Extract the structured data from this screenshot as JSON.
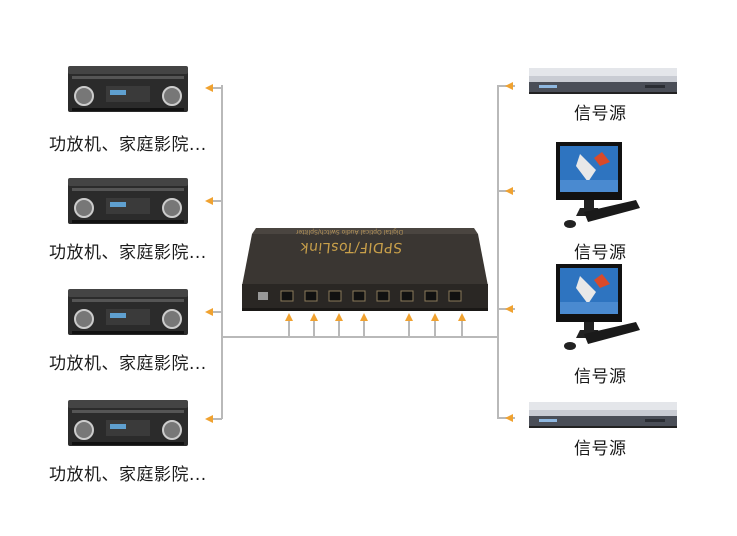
{
  "colors": {
    "arrow": "#f0a230",
    "line": "#b9b9b9",
    "device_body": "#2a2a2a",
    "accent_gold": "#b08a3c"
  },
  "outputs": [
    {
      "label": "功放机、家庭影院...",
      "icon": "av-receiver-icon"
    },
    {
      "label": "功放机、家庭影院...",
      "icon": "av-receiver-icon"
    },
    {
      "label": "功放机、家庭影院...",
      "icon": "av-receiver-icon"
    },
    {
      "label": "功放机、家庭影院...",
      "icon": "av-receiver-icon"
    }
  ],
  "sources": [
    {
      "label": "信号源",
      "icon": "bluray-player-icon"
    },
    {
      "label": "信号源",
      "icon": "desktop-computer-icon"
    },
    {
      "label": "信号源",
      "icon": "desktop-computer-icon"
    },
    {
      "label": "信号源",
      "icon": "bluray-player-icon"
    }
  ],
  "hub": {
    "brand": "SPDIF/TosLink",
    "subtitle": "Digital Optical Audio Switch/Splitter",
    "port_count": 8
  }
}
